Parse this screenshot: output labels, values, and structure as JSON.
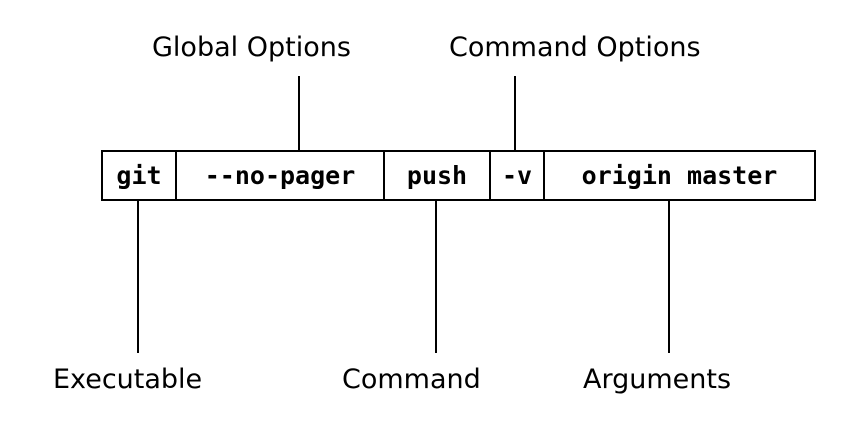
{
  "labels": {
    "global_options": "Global Options",
    "command_options": "Command Options",
    "executable": "Executable",
    "command": "Command",
    "arguments": "Arguments"
  },
  "command_line": {
    "segments": [
      {
        "id": "executable",
        "text": "git"
      },
      {
        "id": "global-options",
        "text": "--no-pager"
      },
      {
        "id": "command",
        "text": "push"
      },
      {
        "id": "command-options",
        "text": "-v"
      },
      {
        "id": "arguments",
        "text": "origin master"
      }
    ]
  }
}
